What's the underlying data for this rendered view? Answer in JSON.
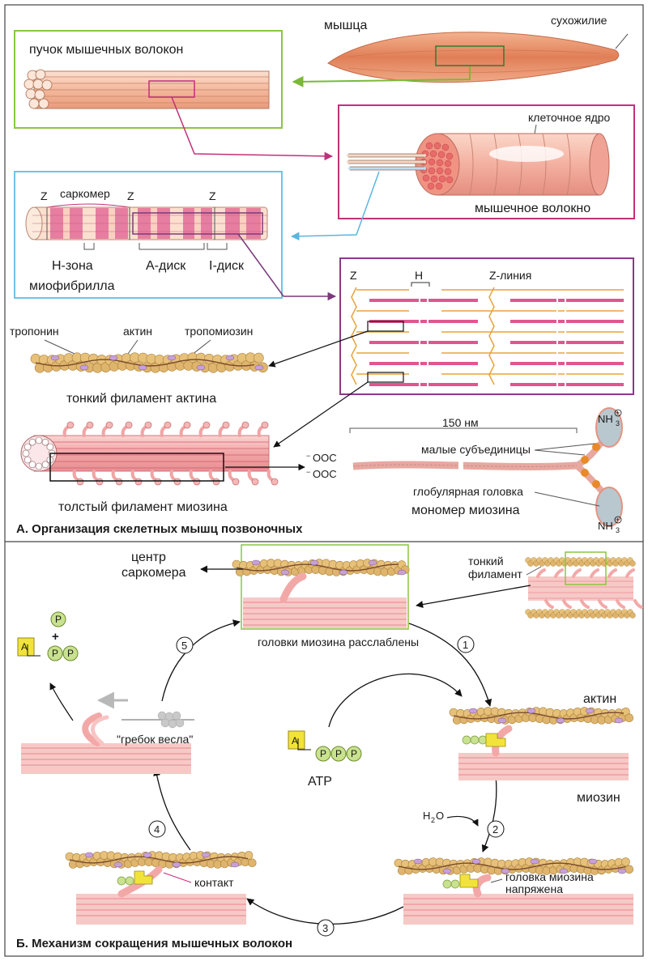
{
  "section_a": {
    "muscle": "мышца",
    "tendon": "сухожилие",
    "fiber_bundle": "пучок мышечных волокон",
    "cell_nucleus": "клеточное ядро",
    "muscle_fiber": "мышечное волокно",
    "z": "Z",
    "sarcomere": "саркомер",
    "h_zone": "Н-зона",
    "a_disk": "А-диск",
    "i_disk": "I-диск",
    "myofibril": "миофибрилла",
    "h": "H",
    "z_line": "Z-линия",
    "troponin": "тропонин",
    "actin": "актин",
    "tropomyosin": "тропомиозин",
    "thin_filament": "тонкий филамент актина",
    "length_150": "150 нм",
    "small_subunits": "малые субъединицы",
    "globular_head": "глобулярная головка",
    "thick_filament": "толстый филамент миозина",
    "myosin_monomer": "мономер миозина",
    "ooc": "OOC",
    "nh3": "NH",
    "sub3": "3",
    "plus": "+",
    "minus": "−",
    "title": "А. Организация скелетных мышц позвоночных"
  },
  "section_b": {
    "sarcomere_center_1": "центр",
    "sarcomere_center_2": "саркомера",
    "thin_fil_1": "тонкий",
    "thin_fil_2": "филамент",
    "heads_relaxed": "головки миозина расслаблены",
    "actin": "актин",
    "myosin": "миозин",
    "atp": "ATP",
    "stroke": "\"гребок весла\"",
    "contact": "контакт",
    "head_tensed_1": "головка миозина",
    "head_tensed_2": "напряжена",
    "h2o_h": "H",
    "h2o_2": "2",
    "h2o_o": "O",
    "a": "A",
    "p": "P",
    "plus": "+",
    "steps": [
      "1",
      "2",
      "3",
      "4",
      "5"
    ],
    "title": "Б. Механизм сокращения мышечных волокон"
  },
  "colors": {
    "green_frame": "#8cc63f",
    "magenta_frame": "#c2307a",
    "blue_frame": "#6fc3e8",
    "purple_frame": "#8a3a8a",
    "muscle_fill": "#e8906a",
    "actin_bead": "#e7c07a",
    "myosin_pink": "#f2a5a5",
    "pink_band": "#e2558f",
    "yellow_a": "#f2e33a",
    "phosphate_green": "#c9e28f"
  }
}
